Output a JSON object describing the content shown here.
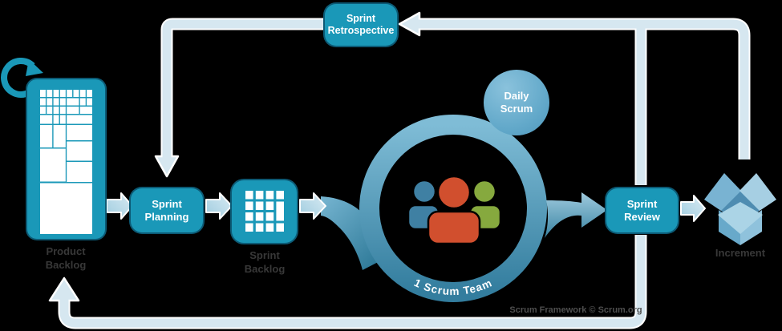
{
  "diagram": {
    "nodes": {
      "product_backlog": {
        "label": "Product Backlog"
      },
      "sprint_planning": {
        "label": "Sprint Planning"
      },
      "sprint_backlog": {
        "label": "Sprint Backlog"
      },
      "scrum_team": {
        "label": "1 Scrum Team"
      },
      "daily_scrum": {
        "label": "Daily Scrum"
      },
      "sprint_retrospective": {
        "label": "Sprint Retrospective"
      },
      "sprint_review": {
        "label": "Sprint Review"
      },
      "increment": {
        "label": "Increment"
      }
    },
    "footer": {
      "credit": "Scrum Framework © Scrum.org"
    },
    "colors": {
      "node_teal": "#1a98b8",
      "connector_light_blue": "#d6e7f0",
      "ring_blue_light": "#7fbcd6",
      "ring_blue_dark": "#337d9e",
      "person_blue": "#3f80a3",
      "person_red": "#d14f2e",
      "person_green": "#86a93e",
      "label_gray": "#383838",
      "background": "#000000"
    },
    "icons": {
      "refresh": "refresh-loop-icon",
      "product_backlog_grid": "backlog-mosaic-icon",
      "sprint_backlog_grid": "sprint-grid-icon",
      "team": "team-people-icon",
      "increment_box": "open-box-icon",
      "flow_arrow": "arrow-right-icon"
    }
  }
}
